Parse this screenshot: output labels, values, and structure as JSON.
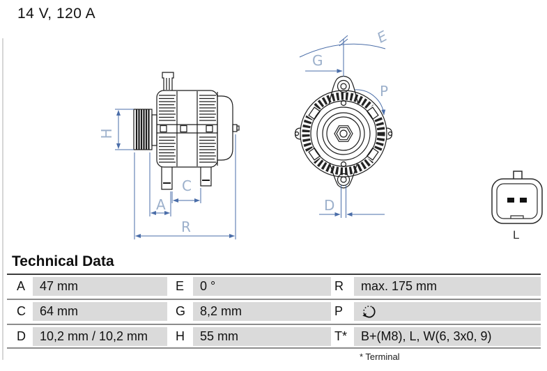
{
  "header": {
    "spec": "14 V, 120 A"
  },
  "drawing": {
    "dim_labels": {
      "H": "H",
      "A": "A",
      "C": "C",
      "R": "R",
      "E": "E",
      "G": "G",
      "P": "P",
      "D": "D"
    },
    "connector_label": "L",
    "line_color": "#4a6da8",
    "label_color": "#9cb0cb",
    "ink_color": "#1a1a1a"
  },
  "technical_data": {
    "title": "Technical Data",
    "footnote": "* Terminal",
    "rows": [
      {
        "c1k": "A",
        "c1v": "47 mm",
        "c2k": "E",
        "c2v": "0 °",
        "c3k": "R",
        "c3v": "max. 175 mm"
      },
      {
        "c1k": "C",
        "c1v": "64 mm",
        "c2k": "G",
        "c2v": "8,2 mm",
        "c3k": "P",
        "c3v": "",
        "c3icon": "rotation-direction-icon"
      },
      {
        "c1k": "D",
        "c1v": "10,2 mm / 10,2 mm",
        "c2k": "H",
        "c2v": "55 mm",
        "c3k": "T*",
        "c3v": "B+(M8), L, W(6, 3x0, 9)"
      }
    ]
  }
}
